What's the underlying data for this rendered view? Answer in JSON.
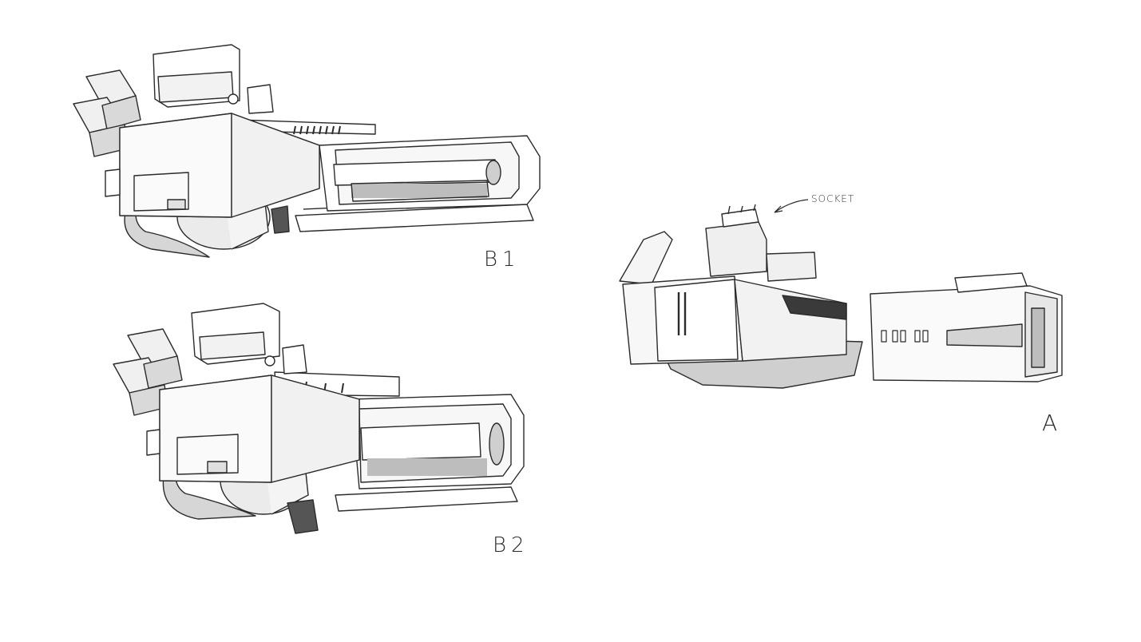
{
  "labels": {
    "b1": "B1",
    "b2": "B2",
    "a": "A",
    "socket": "SOCKET"
  },
  "colors": {
    "ink": "#2b2b2b",
    "shade": "#bdbdbd",
    "paper": "#ffffff"
  }
}
